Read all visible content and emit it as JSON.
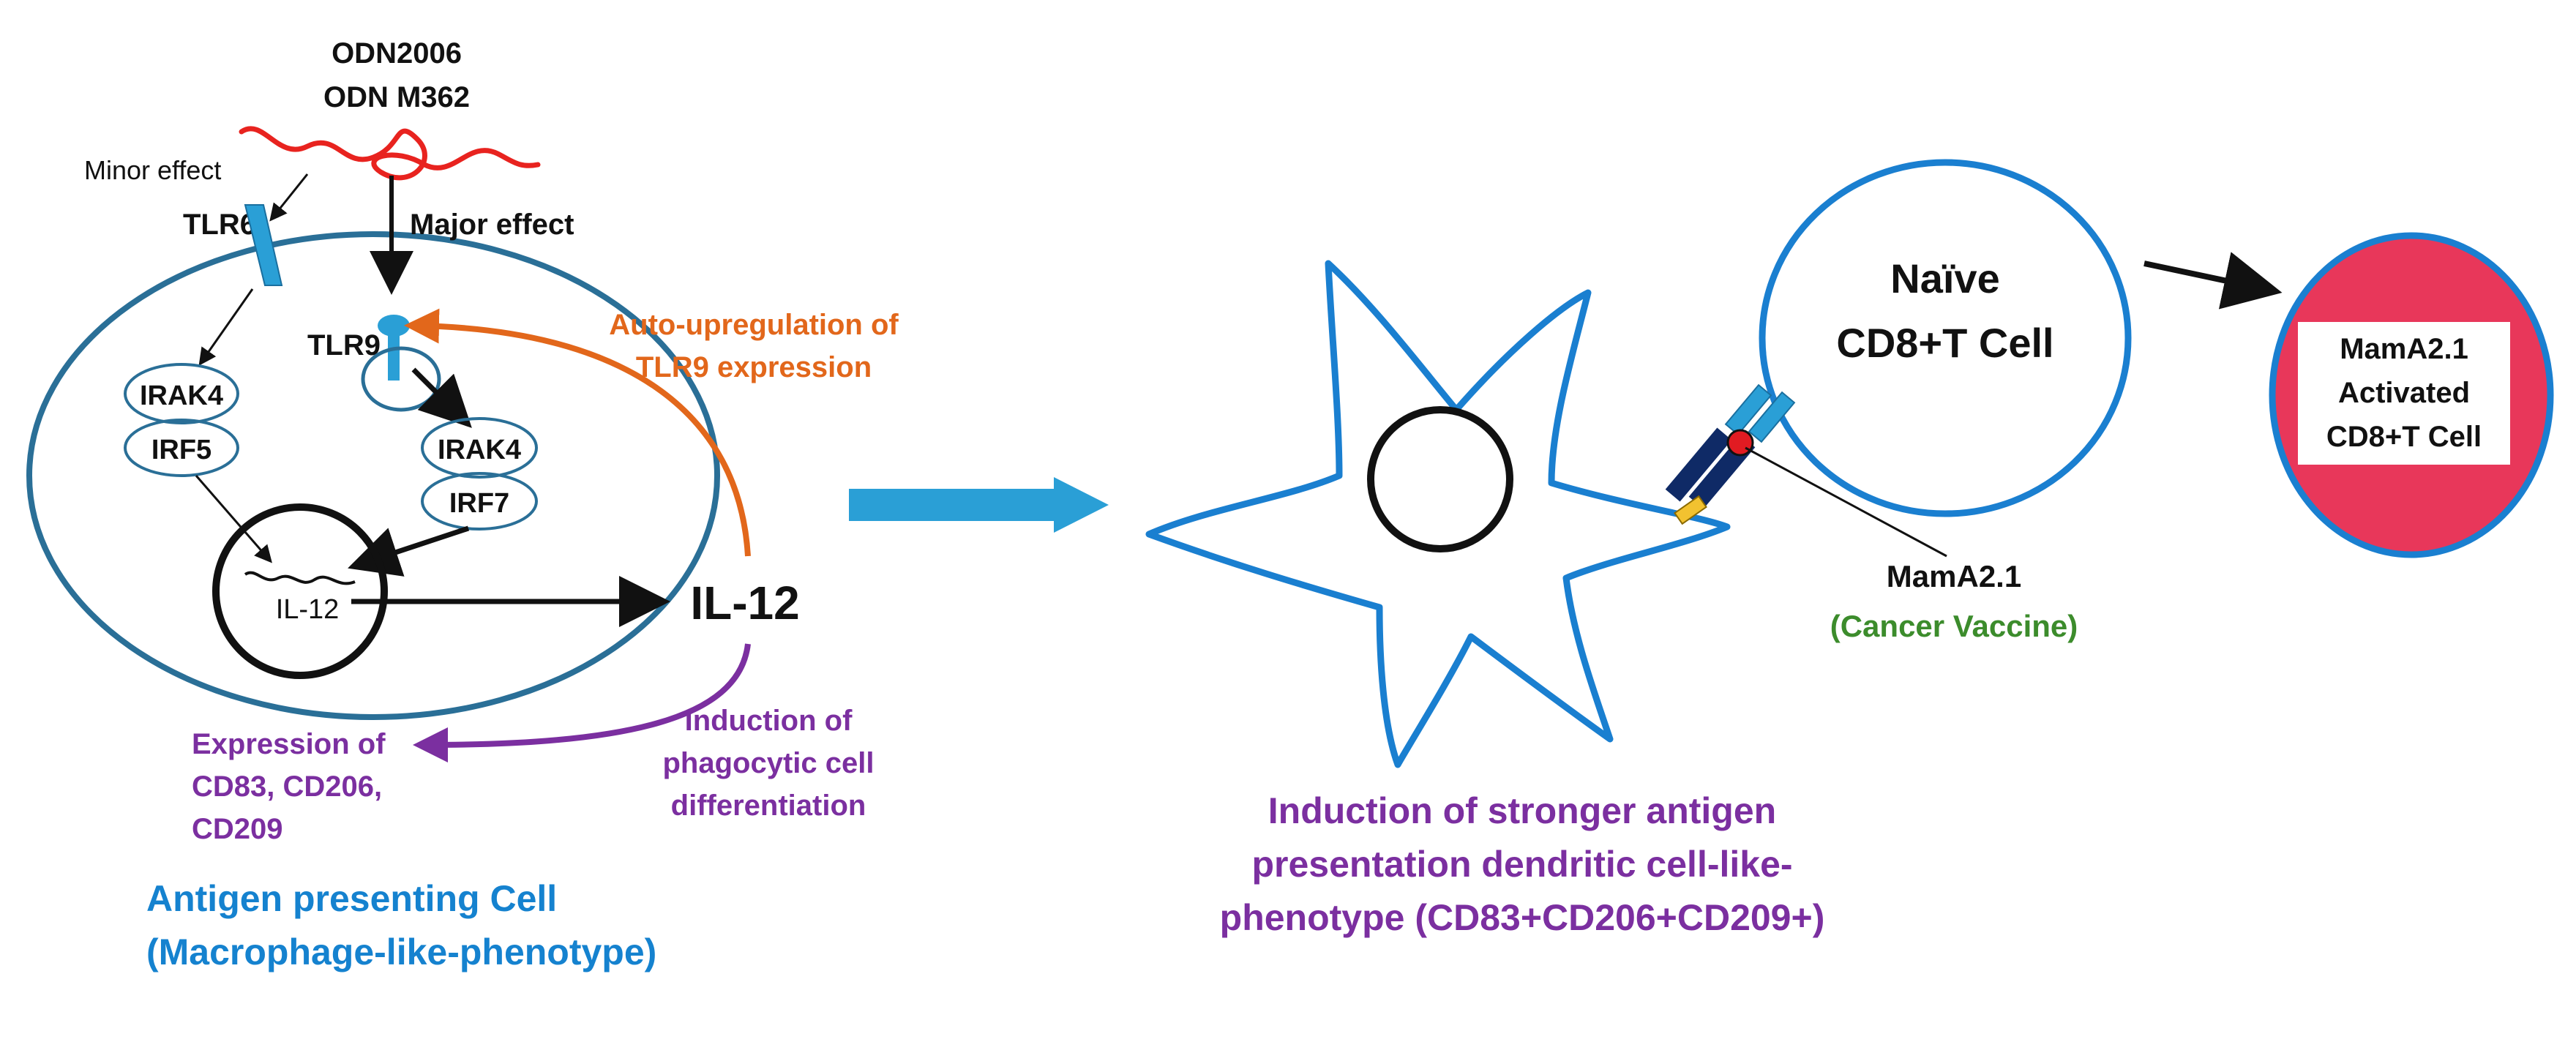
{
  "colors": {
    "cell_outline": "#2a6f97",
    "receptor": "#2a9fd6",
    "dna": "#e8231f",
    "orange": "#e2671b",
    "purple": "#7b2fa0",
    "blue_text": "#1582cf",
    "green_text": "#3c8c2c",
    "dc_outline": "#1a7fd0",
    "activated_fill": "#e8375a",
    "mhc": "#0f2a66",
    "peptide_dot": "#e11b22",
    "big_arrow": "#2a9fd6"
  },
  "ligands": {
    "line1": "ODN2006",
    "line2": "ODN M362"
  },
  "effects": {
    "minor": "Minor effect",
    "major": "Major effect"
  },
  "receptors": {
    "tlr6": "TLR6",
    "tlr9": "TLR9"
  },
  "signaling": {
    "irak4_left": "IRAK4",
    "irf5": "IRF5",
    "irak4_right": "IRAK4",
    "irf7": "IRF7",
    "il12_gene": "IL-12",
    "il12_product": "IL-12"
  },
  "annotations": {
    "auto_line1": "Auto-upregulation of",
    "auto_line2": "TLR9 expression",
    "induction_line1": "Induction of",
    "induction_line2": "phagocytic cell",
    "induction_line3": "differentiation",
    "expression_line1": "Expression of",
    "expression_line2": "CD83, CD206,",
    "expression_line3": "CD209"
  },
  "apc_caption": {
    "line1": "Antigen presenting Cell",
    "line2": "(Macrophage-like-phenotype)"
  },
  "dc_caption": {
    "line1": "Induction of stronger antigen",
    "line2": "presentation dendritic cell-like-",
    "line3": "phenotype (CD83+CD206+CD209+)"
  },
  "tcell": {
    "naive_line1": "Naïve",
    "naive_line2": "CD8+T Cell",
    "activated_line1": "MamA2.1",
    "activated_line2": "Activated",
    "activated_line3": "CD8+T Cell"
  },
  "vaccine": {
    "name": "MamA2.1",
    "label": "(Cancer Vaccine)"
  }
}
